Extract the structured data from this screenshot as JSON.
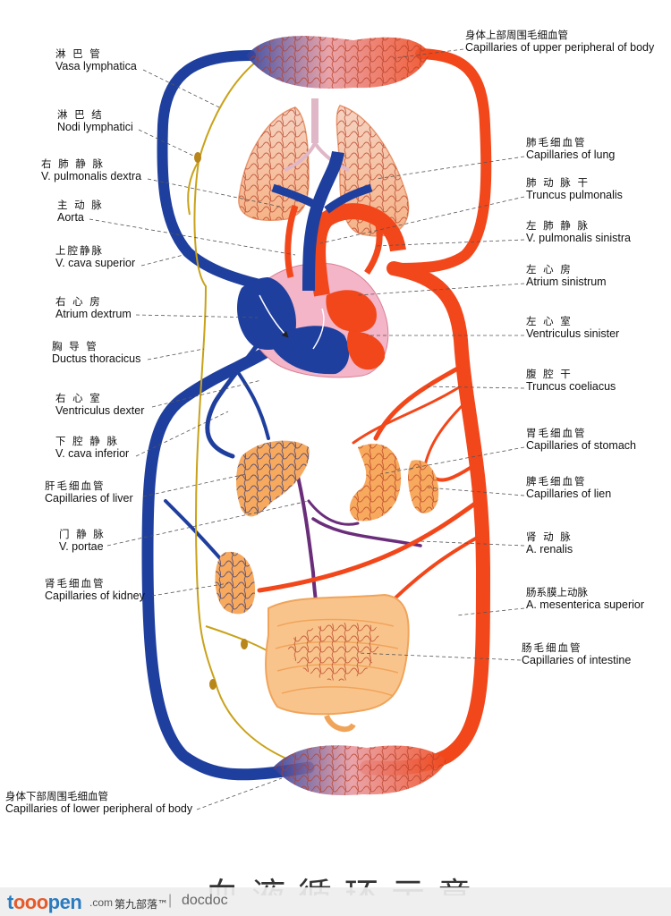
{
  "labels": {
    "vasa_lymphatica": {
      "zh": "淋 巴 管",
      "en": "Vasa lymphatica"
    },
    "nodi_lymphatici": {
      "zh": "淋 巴 结",
      "en": "Nodi lymphatici"
    },
    "v_pulm_dextra": {
      "zh": "右 肺 静 脉",
      "en": "V. pulmonalis dextra"
    },
    "aorta": {
      "zh": "主 动 脉",
      "en": "Aorta"
    },
    "v_cava_superior": {
      "zh": "上腔静脉",
      "en": "V. cava superior"
    },
    "atrium_dextrum": {
      "zh": "右 心 房",
      "en": "Atrium dextrum"
    },
    "ductus_thoracicus": {
      "zh": "胸 导 管",
      "en": "Ductus thoracicus"
    },
    "ventriculus_dexter": {
      "zh": "右 心 室",
      "en": "Ventriculus dexter"
    },
    "v_cava_inferior": {
      "zh": "下 腔 静 脉",
      "en": "V. cava inferior"
    },
    "cap_liver": {
      "zh": "肝毛细血管",
      "en": "Capillaries of liver"
    },
    "v_portae": {
      "zh": "门 静 脉",
      "en": "V. portae"
    },
    "cap_kidney": {
      "zh": "肾毛细血管",
      "en": "Capillaries of kidney"
    },
    "cap_lower": {
      "zh": "身体下部周围毛细血管",
      "en": "Capillaries of lower peripheral of body"
    },
    "cap_upper": {
      "zh": "身体上部周围毛细血管",
      "en": "Capillaries of upper peripheral of body"
    },
    "cap_lung": {
      "zh": "肺毛细血管",
      "en": "Capillaries of lung"
    },
    "truncus_pulm": {
      "zh": "肺 动 脉 干",
      "en": "Truncus pulmonalis"
    },
    "v_pulm_sinistra": {
      "zh": "左 肺 静 脉",
      "en": "V. pulmonalis sinistra"
    },
    "atrium_sinistrum": {
      "zh": "左 心 房",
      "en": "Atrium sinistrum"
    },
    "ventriculus_sinister": {
      "zh": "左 心 室",
      "en": "Ventriculus sinister"
    },
    "truncus_coeliacus": {
      "zh": "腹 腔 干",
      "en": "Truncus coeliacus"
    },
    "cap_stomach": {
      "zh": "胃毛细血管",
      "en": "Capillaries of stomach"
    },
    "cap_lien": {
      "zh": "脾毛细血管",
      "en": "Capillaries of lien"
    },
    "a_renalis": {
      "zh": "肾 动 脉",
      "en": "A. renalis"
    },
    "a_mesenterica": {
      "zh": "肠系膜上动脉",
      "en": "A. mesenterica superior"
    },
    "cap_intestine": {
      "zh": "肠毛细血管",
      "en": "Capillaries of intestine"
    }
  },
  "title": "血液循环示意图",
  "footer": {
    "logo_a": "t",
    "logo_o": "ooo",
    "logo_b": "pen",
    "com": ".com",
    "site": "第九部落™",
    "sep": "|",
    "doc": "docdoc"
  },
  "colors": {
    "artery": "#f2471b",
    "vein": "#1f3f9e",
    "lymph": "#c9a21a",
    "capillary_pink": "#f6b9a5",
    "organ_orange": "#f7a95e"
  }
}
